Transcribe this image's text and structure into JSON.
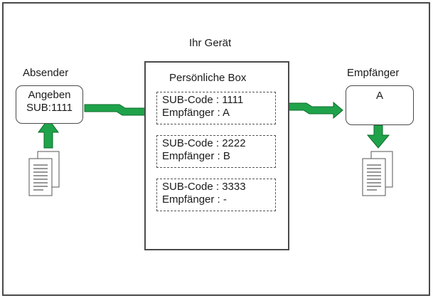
{
  "device_label": "Ihr Gerät",
  "box_title": "Persönliche Box",
  "sender": {
    "title": "Absender",
    "line1": "Angeben",
    "line2": "SUB:1111"
  },
  "receiver": {
    "title": "Empfänger",
    "value": "A"
  },
  "sub_boxes": [
    {
      "code": "SUB-Code : 1111",
      "recipient": "Empfänger : A"
    },
    {
      "code": "SUB-Code : 2222",
      "recipient": "Empfänger : B"
    },
    {
      "code": "SUB-Code : 3333",
      "recipient": "Empfänger : -"
    }
  ],
  "colors": {
    "arrow": "#1fa34a",
    "arrow_edge": "#0b6b2a",
    "stroke": "#4a4a4a"
  },
  "icons": [
    "document-stack-icon",
    "arrow-icon"
  ]
}
